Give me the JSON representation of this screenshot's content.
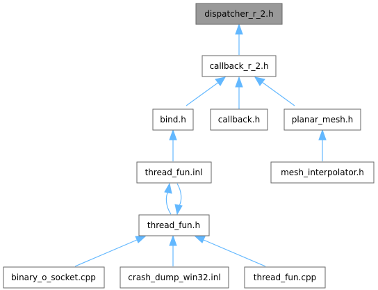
{
  "graph": {
    "nodes": {
      "dispatcher": "dispatcher_r_2.h",
      "callback_r2": "callback_r_2.h",
      "bind": "bind.h",
      "callback": "callback.h",
      "planar_mesh": "planar_mesh.h",
      "thread_fun_inl": "thread_fun.inl",
      "mesh_interpolator": "mesh_interpolator.h",
      "thread_fun_h": "thread_fun.h",
      "binary_o_socket": "binary_o_socket.cpp",
      "crash_dump": "crash_dump_win32.inl",
      "thread_fun_cpp": "thread_fun.cpp"
    },
    "edges": [
      [
        "callback_r2",
        "dispatcher"
      ],
      [
        "bind",
        "callback_r2"
      ],
      [
        "callback",
        "callback_r2"
      ],
      [
        "planar_mesh",
        "callback_r2"
      ],
      [
        "thread_fun_inl",
        "bind"
      ],
      [
        "mesh_interpolator",
        "planar_mesh"
      ],
      [
        "thread_fun_h",
        "thread_fun_inl"
      ],
      [
        "thread_fun_inl",
        "thread_fun_h"
      ],
      [
        "binary_o_socket",
        "thread_fun_h"
      ],
      [
        "crash_dump",
        "thread_fun_h"
      ],
      [
        "thread_fun_cpp",
        "thread_fun_h"
      ]
    ],
    "colors": {
      "root_fill": "#999999",
      "node_fill": "#ffffff",
      "border": "#666666",
      "edge": "#63b8ff"
    }
  }
}
